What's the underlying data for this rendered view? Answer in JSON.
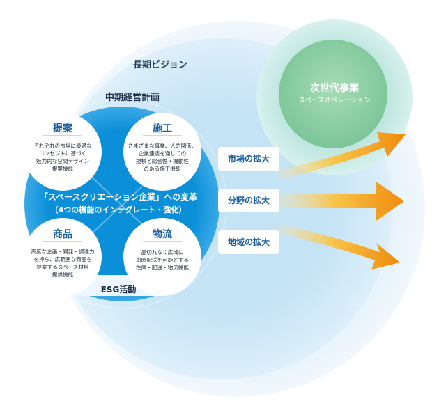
{
  "outer": {
    "label": "長期ビジョン"
  },
  "next_business": {
    "title": "次世代事業",
    "subtitle": "スペースオペレーション"
  },
  "midterm": {
    "label": "中期経営計画"
  },
  "center": {
    "main": "「スペースクリエーション企業」への変革",
    "sub": "（4つの機能のインテグレート・強化）"
  },
  "quadrants": [
    {
      "title": "提案",
      "lines": [
        "それぞれの市場に最適な",
        "コンセプトに基づく",
        "魅力的な空間デザイン",
        "提案機能"
      ]
    },
    {
      "title": "施工",
      "lines": [
        "さまざまな事業、人的関係、",
        "企業連携を通じての",
        "規模と総合性・機動性",
        "のある施工機能"
      ]
    },
    {
      "title": "商品",
      "lines": [
        "高度な企画・開発・調達力",
        "を持ち、広範囲な商品を",
        "提案するスペース材料",
        "提供機能"
      ]
    },
    {
      "title": "物流",
      "lines": [
        "品切れなく広域に",
        "即時配送を可能とする",
        "在庫・配送・物流機能"
      ]
    }
  ],
  "esg": {
    "label": "ESG活動"
  },
  "expansions": [
    "市場の拡大",
    "分野の拡大",
    "地域の拡大"
  ],
  "colors": {
    "outer_light": "#e6f3fb",
    "outer_mid": "#cde6f6",
    "midplan_blue": "#0a8fd8",
    "next_green": "#8fd0a6",
    "next_ring": "#c6ebe4",
    "arrow_orange": "#f08a0c",
    "arrow_yellow": "#f8c44a",
    "quadrant_title": "#1b5f9e"
  }
}
